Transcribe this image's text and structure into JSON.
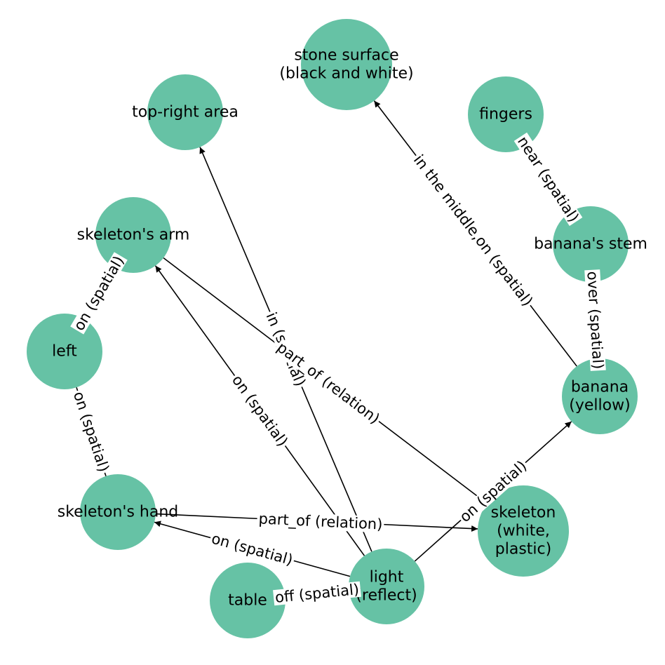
{
  "nodes": [
    {
      "id": "stone",
      "lines": [
        "stone surface",
        "(black and white)"
      ]
    },
    {
      "id": "topright",
      "lines": [
        "top-right area"
      ]
    },
    {
      "id": "fingers",
      "lines": [
        "fingers"
      ]
    },
    {
      "id": "arm",
      "lines": [
        "skeleton's arm"
      ]
    },
    {
      "id": "stem",
      "lines": [
        "banana's stem"
      ]
    },
    {
      "id": "left",
      "lines": [
        "left"
      ]
    },
    {
      "id": "banana",
      "lines": [
        "banana",
        "(yellow)"
      ]
    },
    {
      "id": "hand",
      "lines": [
        "skeleton's hand"
      ]
    },
    {
      "id": "skeleton",
      "lines": [
        "skeleton",
        "(white,",
        "plastic)"
      ]
    },
    {
      "id": "table",
      "lines": [
        "table"
      ]
    },
    {
      "id": "light",
      "lines": [
        "light",
        "(reflect)"
      ]
    }
  ],
  "edges": [
    {
      "from": "fingers",
      "to": "stem",
      "label": "near (spatial)",
      "arrow": false
    },
    {
      "from": "stem",
      "to": "banana",
      "label": "over (spatial)",
      "arrow": true
    },
    {
      "from": "banana",
      "to": "stone",
      "label": "in the middle,on (spatial)",
      "arrow": true
    },
    {
      "from": "arm",
      "to": "left",
      "label": "on (spatial)",
      "arrow": false
    },
    {
      "from": "left",
      "to": "hand",
      "label": "on (spatial)",
      "arrow": false
    },
    {
      "from": "light",
      "to": "topright",
      "label": "in (spatial)",
      "arrow": true
    },
    {
      "from": "arm",
      "to": "skeleton",
      "label": "part_of (relation)",
      "arrow": true
    },
    {
      "from": "light",
      "to": "arm",
      "label": "on (spatial)",
      "arrow": true
    },
    {
      "from": "hand",
      "to": "skeleton",
      "label": "part_of (relation)",
      "arrow": true
    },
    {
      "from": "light",
      "to": "hand",
      "label": "on (spatial)",
      "arrow": true
    },
    {
      "from": "light",
      "to": "banana",
      "label": "on (spatial)",
      "arrow": true
    },
    {
      "from": "table",
      "to": "light",
      "label": "off (spatial)",
      "arrow": false
    }
  ]
}
